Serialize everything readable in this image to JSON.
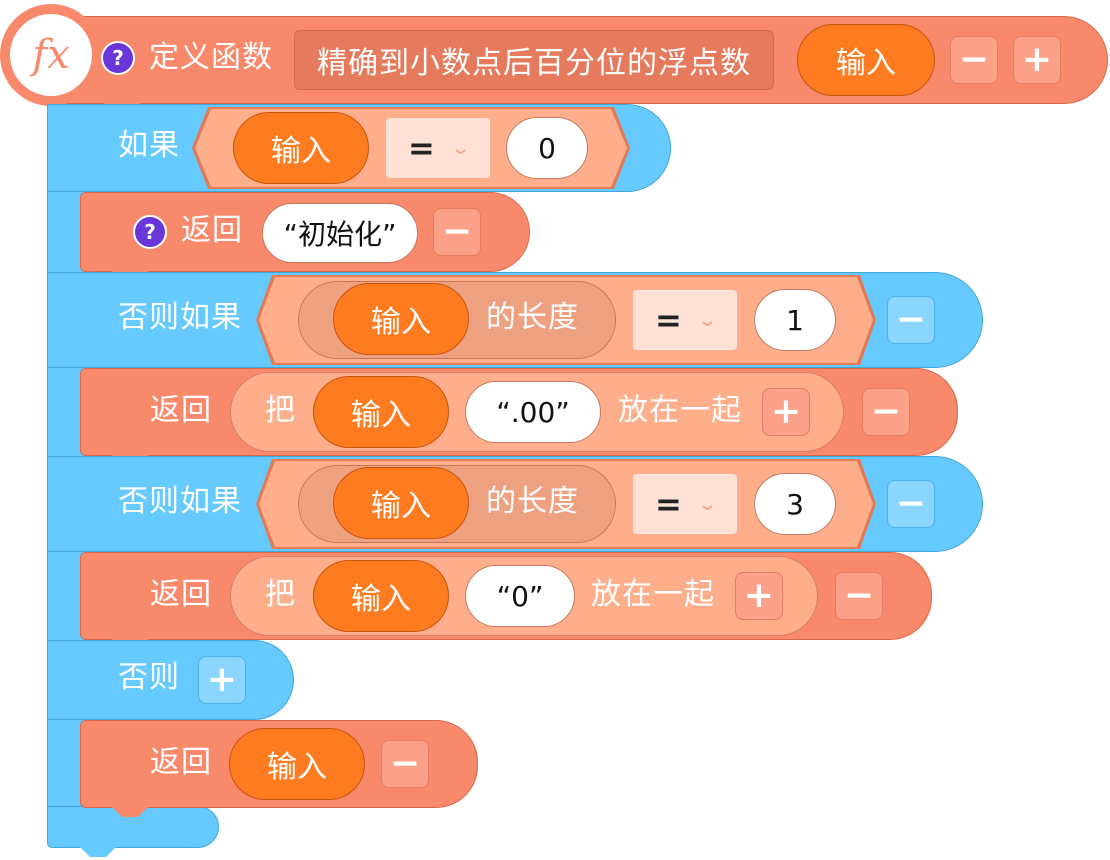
{
  "function_block": {
    "fx_label": "fx",
    "help_glyph": "?",
    "define_label": "定义函数",
    "function_name": "精确到小数点后百分位的浮点数",
    "param_label": "输入"
  },
  "if_block": {
    "if_label": "如果",
    "var_label": "输入",
    "operator": "=",
    "value": "0"
  },
  "return1": {
    "help_glyph": "?",
    "return_label": "返回",
    "string_value": "“初始化”"
  },
  "elseif1": {
    "elseif_label": "否则如果",
    "var_label": "输入",
    "length_label": "的长度",
    "operator": "=",
    "value": "1"
  },
  "return2": {
    "return_label": "返回",
    "join_prefix": "把",
    "var_label": "输入",
    "string_value": "“.00”",
    "join_suffix": "放在一起"
  },
  "elseif2": {
    "elseif_label": "否则如果",
    "var_label": "输入",
    "length_label": "的长度",
    "operator": "=",
    "value": "3"
  },
  "return3": {
    "return_label": "返回",
    "join_prefix": "把",
    "var_label": "输入",
    "string_value": "“0”",
    "join_suffix": "放在一起"
  },
  "else_block": {
    "else_label": "否则"
  },
  "return4": {
    "return_label": "返回",
    "var_label": "输入"
  },
  "buttons": {
    "minus_glyph": "−",
    "plus_glyph": "+",
    "chevron_glyph": "⌄"
  },
  "colors": {
    "function_salmon": "#f88a6b",
    "control_blue": "#66caff",
    "variable_orange": "#ff7b1f",
    "help_purple": "#6a35d9"
  }
}
